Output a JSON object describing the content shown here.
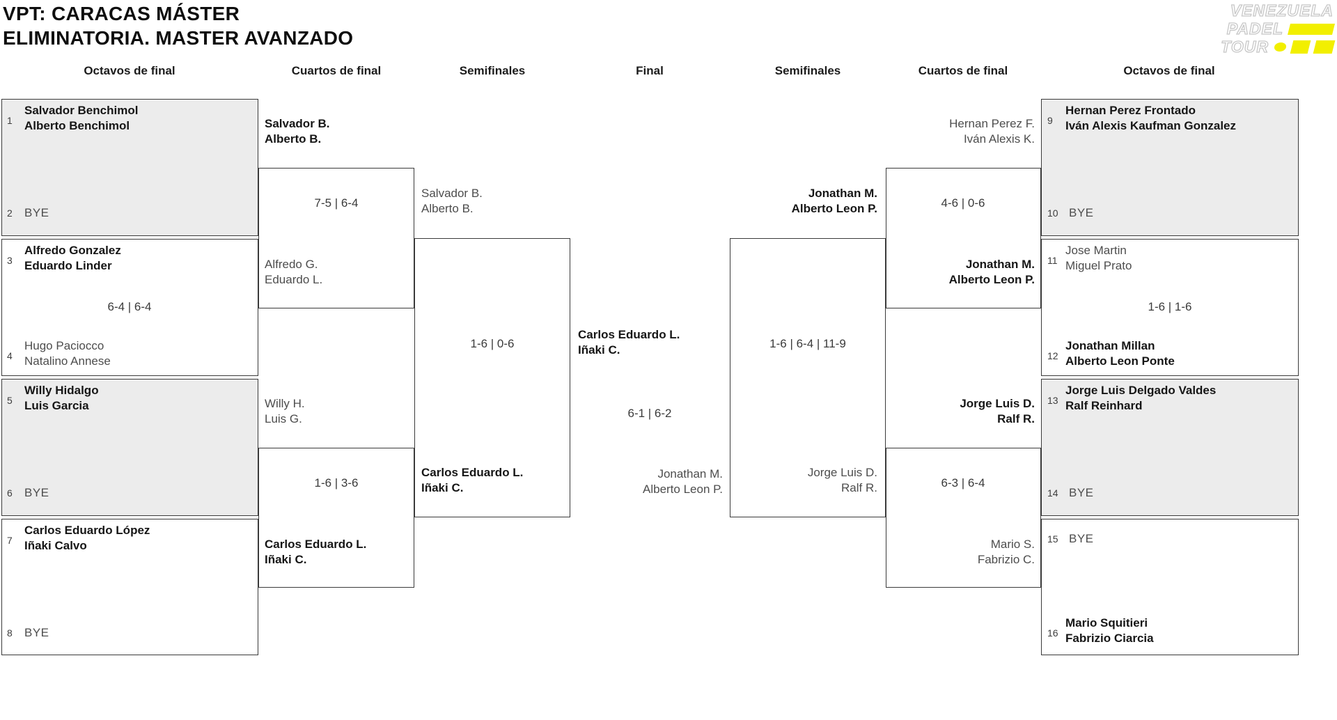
{
  "title": {
    "line1": "VPT: CARACAS MÁSTER",
    "line2": "ELIMINATORIA. MASTER AVANZADO"
  },
  "logo": {
    "word1": "VENEZUELA",
    "word2": "PADEL",
    "word3": "TOUR"
  },
  "headers": [
    "Octavos de final",
    "Cuartos de final",
    "Semifinales",
    "Final",
    "Semifinales",
    "Cuartos de final",
    "Octavos de final"
  ],
  "octavos": [
    {
      "seed_top": "1",
      "top1": "Salvador Benchimol",
      "top2": "Alberto Benchimol",
      "seed_bot": "2",
      "bye": "BYE"
    },
    {
      "seed_top": "3",
      "top1": "Alfredo Gonzalez",
      "top2": "Eduardo Linder",
      "score": "6-4 | 6-4",
      "seed_bot": "4",
      "bot1": "Hugo Paciocco",
      "bot2": "Natalino Annese"
    },
    {
      "seed_top": "5",
      "top1": "Willy Hidalgo",
      "top2": "Luis Garcia",
      "seed_bot": "6",
      "bye": "BYE"
    },
    {
      "seed_top": "7",
      "top1": "Carlos Eduardo López",
      "top2": "Iñaki Calvo",
      "seed_bot": "8",
      "bye": "BYE"
    },
    {
      "seed_top": "9",
      "top1": "Hernan Perez Frontado",
      "top2": "Iván Alexis Kaufman Gonzalez",
      "seed_bot": "10",
      "bye": "BYE"
    },
    {
      "seed_top": "11",
      "top1": "Jose Martin",
      "top2": "Miguel Prato",
      "score": "1-6 | 1-6",
      "seed_bot": "12",
      "bot1": "Jonathan Millan",
      "bot2": "Alberto Leon Ponte"
    },
    {
      "seed_top": "13",
      "top1": "Jorge Luis Delgado Valdes",
      "top2": "Ralf Reinhard",
      "seed_bot": "14",
      "bye": "BYE"
    },
    {
      "seed_top": "15",
      "bye": "BYE",
      "seed_bot": "16",
      "bot1": "Mario Squitieri",
      "bot2": "Fabrizio Ciarcia"
    }
  ],
  "cuartos": [
    {
      "top1": "Salvador B.",
      "top2": "Alberto B.",
      "score": "7-5 | 6-4",
      "bot1": "Alfredo G.",
      "bot2": "Eduardo L."
    },
    {
      "top1": "Willy H.",
      "top2": "Luis G.",
      "score": "1-6 | 3-6",
      "bot1": "Carlos Eduardo L.",
      "bot2": "Iñaki C."
    },
    {
      "top1": "Hernan Perez F.",
      "top2": "Iván Alexis K.",
      "score": "4-6 | 0-6",
      "bot1": "Jonathan M.",
      "bot2": "Alberto Leon P."
    },
    {
      "top1": "Jorge Luis D.",
      "top2": "Ralf R.",
      "score": "6-3 | 6-4",
      "bot1": "Mario S.",
      "bot2": "Fabrizio C."
    }
  ],
  "semifinales": [
    {
      "top1": "Salvador B.",
      "top2": "Alberto B.",
      "score": "1-6 | 0-6",
      "bot1": "Carlos Eduardo L.",
      "bot2": "Iñaki C."
    },
    {
      "top1": "Jonathan M.",
      "top2": "Alberto Leon P.",
      "score": "1-6 | 6-4 | 11-9",
      "bot1": "Jorge Luis D.",
      "bot2": "Ralf R."
    }
  ],
  "final": {
    "left1": "Carlos Eduardo L.",
    "left2": "Iñaki C.",
    "score": "6-1 | 6-2",
    "right1": "Jonathan M.",
    "right2": "Alberto Leon P."
  },
  "colors": {
    "accent_yellow": "#f2ef00",
    "box_fill": "#ececec",
    "border": "#3a3a3a",
    "winner_text": "#161616",
    "eliminated_text": "#4d4d4d"
  }
}
